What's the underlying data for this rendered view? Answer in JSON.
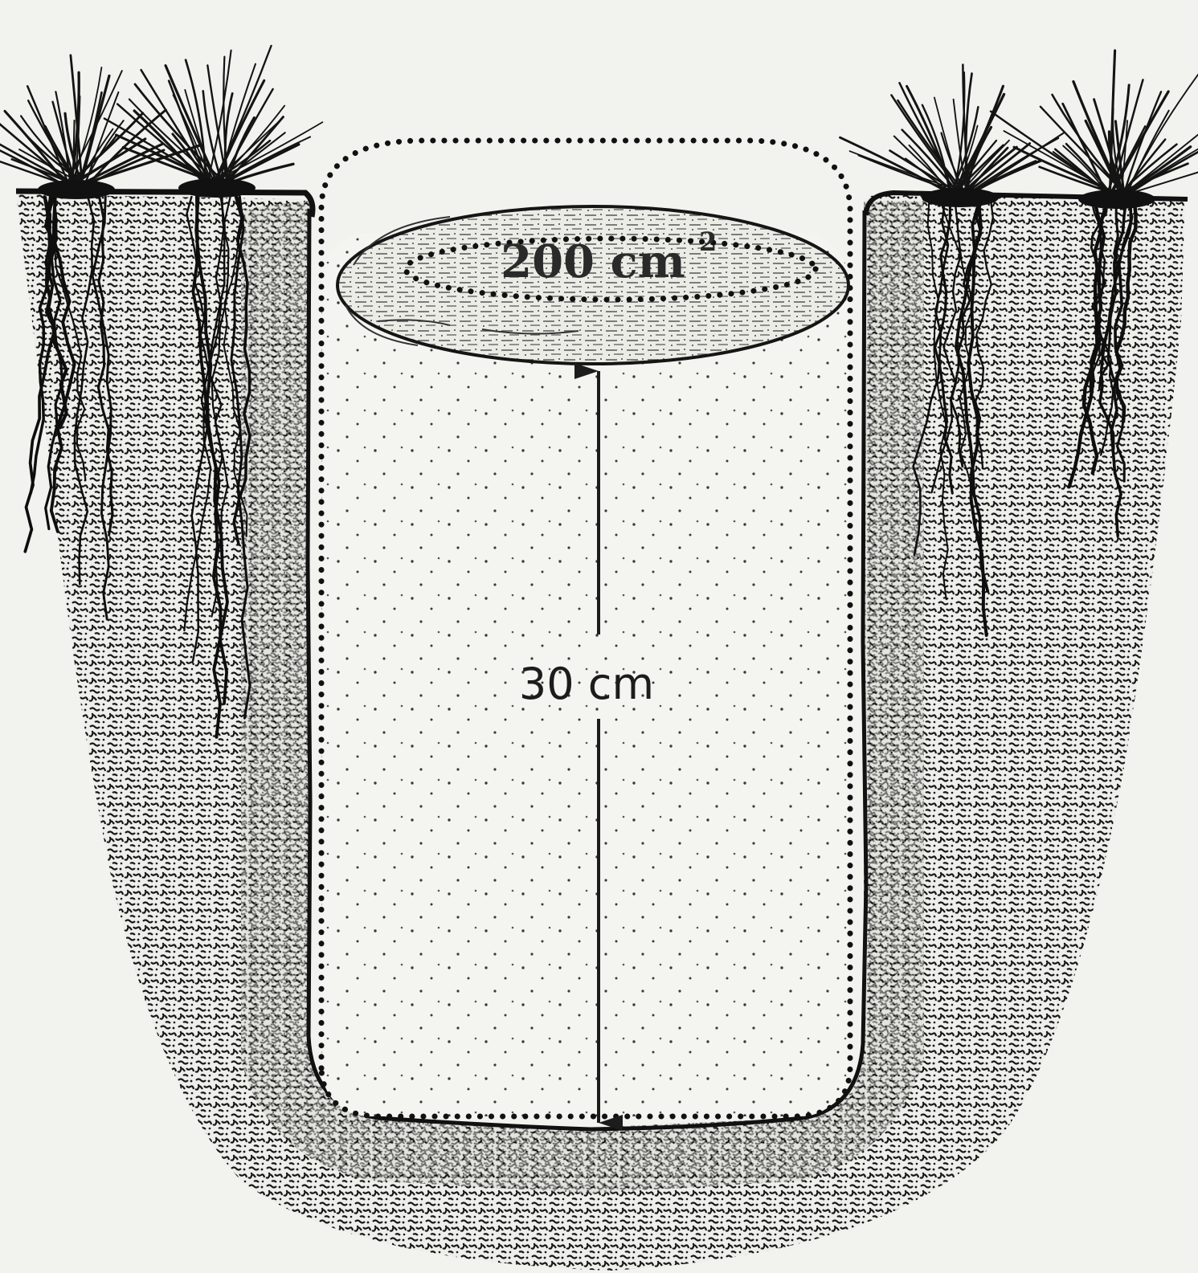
{
  "diagram": {
    "area_label": "200 cm",
    "area_superscript": "2",
    "depth_label": "30 cm"
  },
  "colors": {
    "background": "#f2f2ee",
    "ink": "#1c1c1c",
    "soil_dark": "#141414",
    "core_fill": "#f4f4f0"
  },
  "icons": [
    "grass-tuft-icon",
    "root-icon",
    "arrow-up-icon",
    "arrow-down-icon"
  ]
}
